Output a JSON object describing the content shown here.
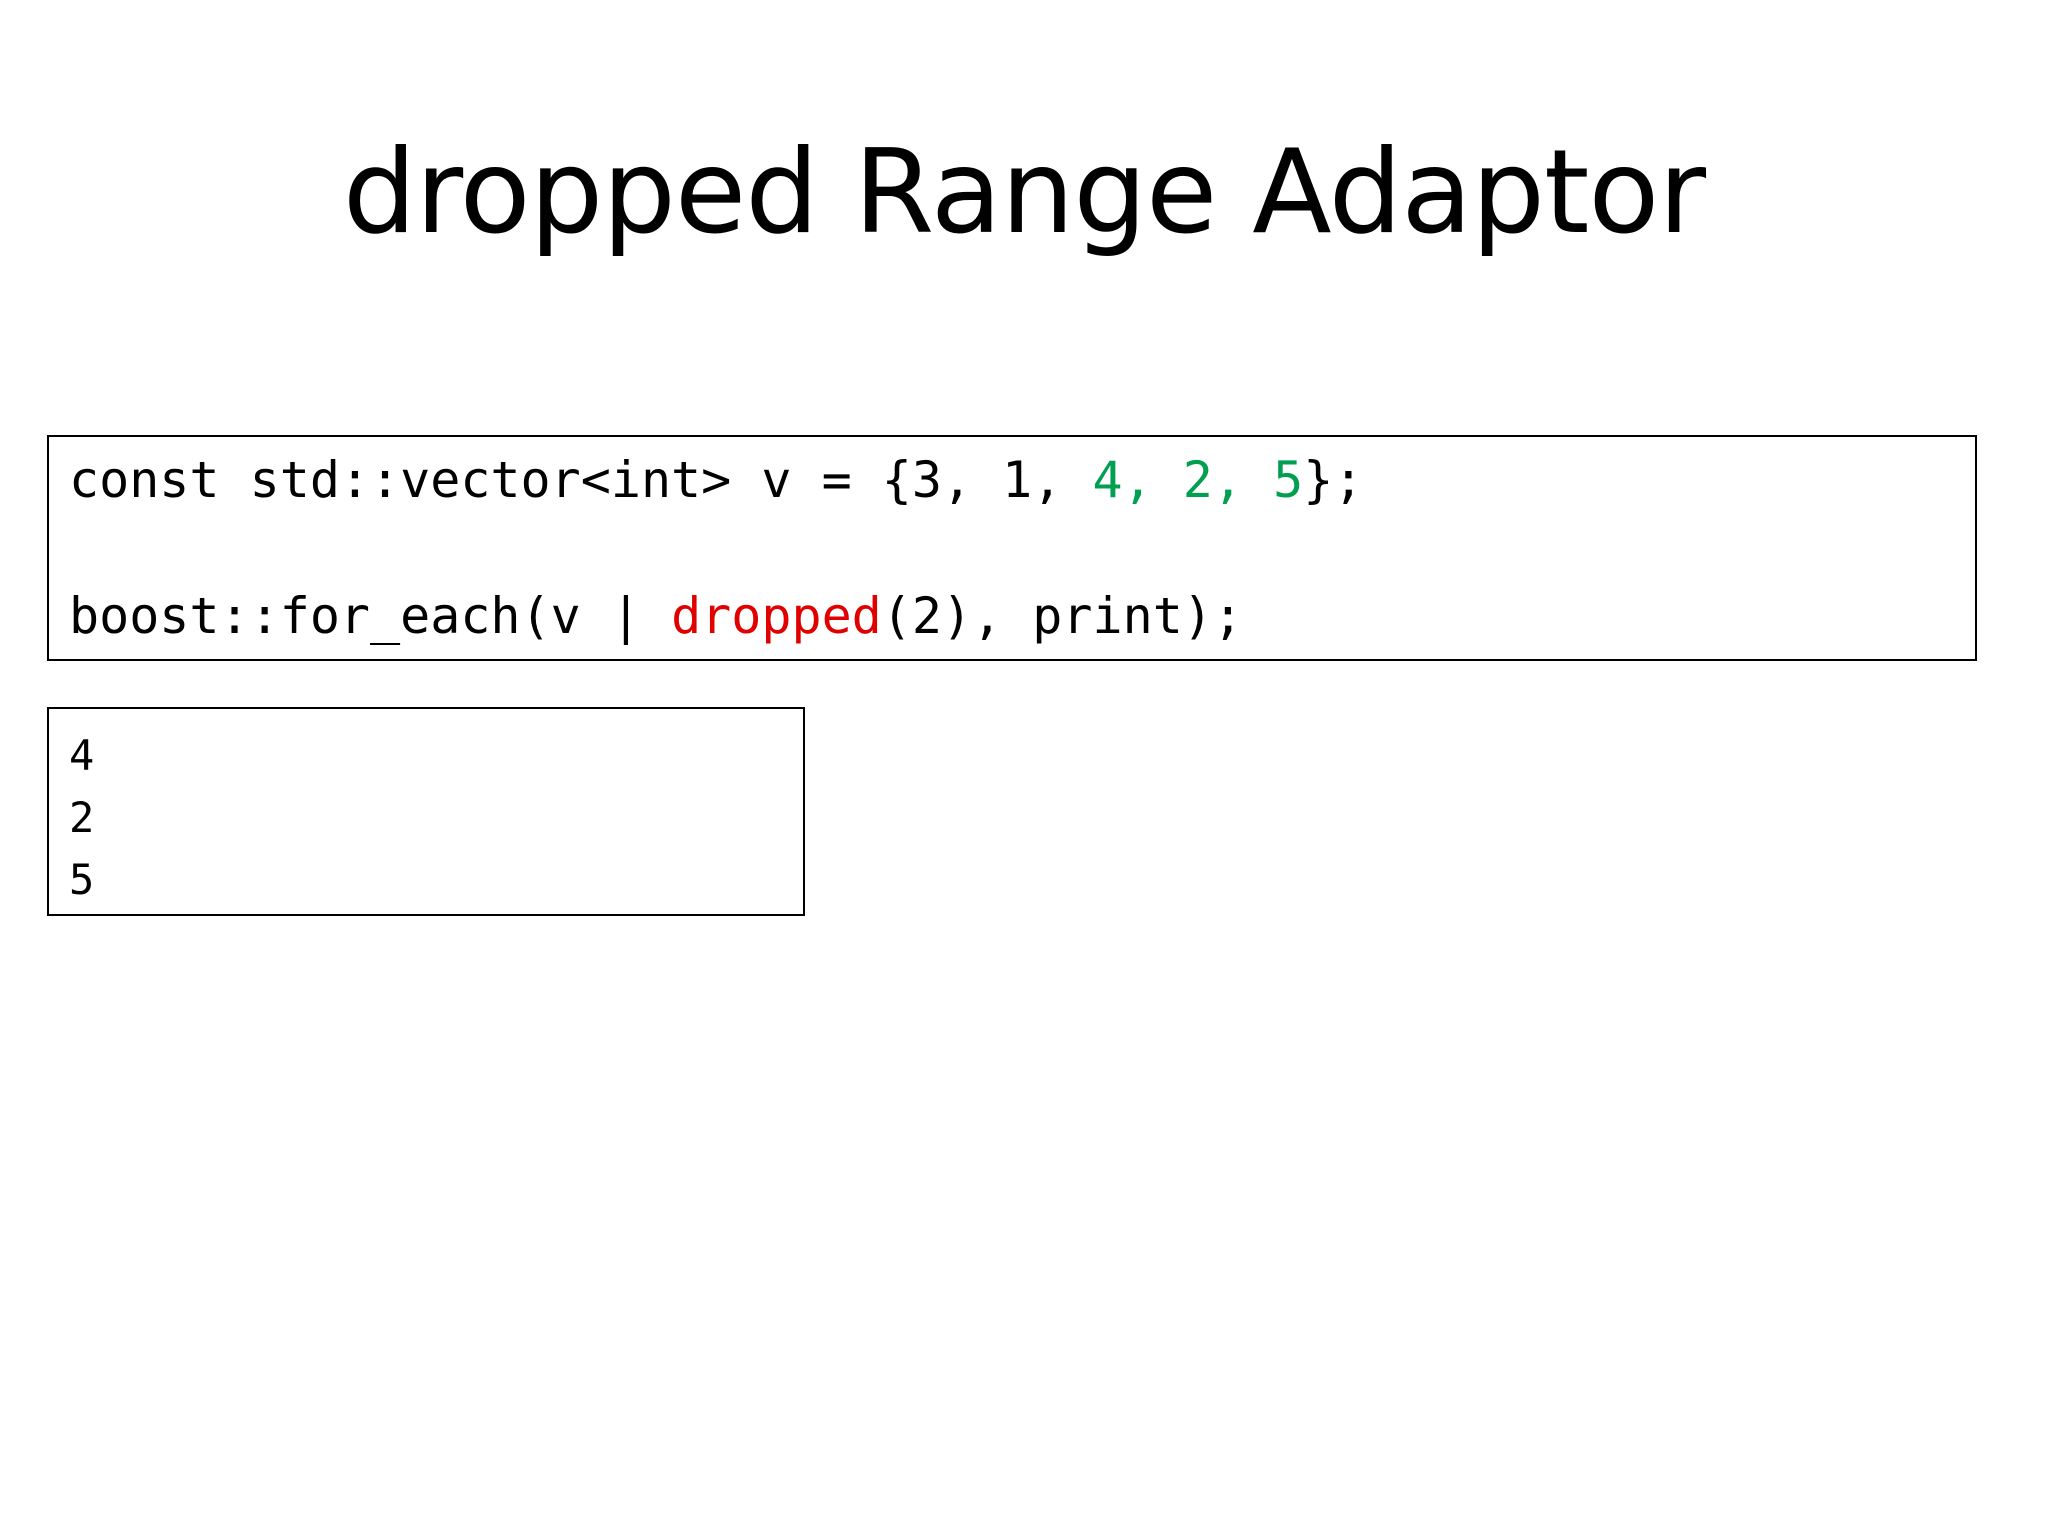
{
  "title": "dropped Range Adaptor",
  "code": {
    "line1": {
      "prefix": "const std::vector<int> v = {3, 1, ",
      "highlight": "4, 2, 5",
      "suffix": "};"
    },
    "line2": {
      "prefix": "boost::for_each(v | ",
      "keyword": "dropped",
      "suffix": "(2), print);"
    }
  },
  "output": [
    "4",
    "2",
    "5"
  ],
  "colors": {
    "highlight_green": "#00a050",
    "keyword_red": "#e00000"
  }
}
